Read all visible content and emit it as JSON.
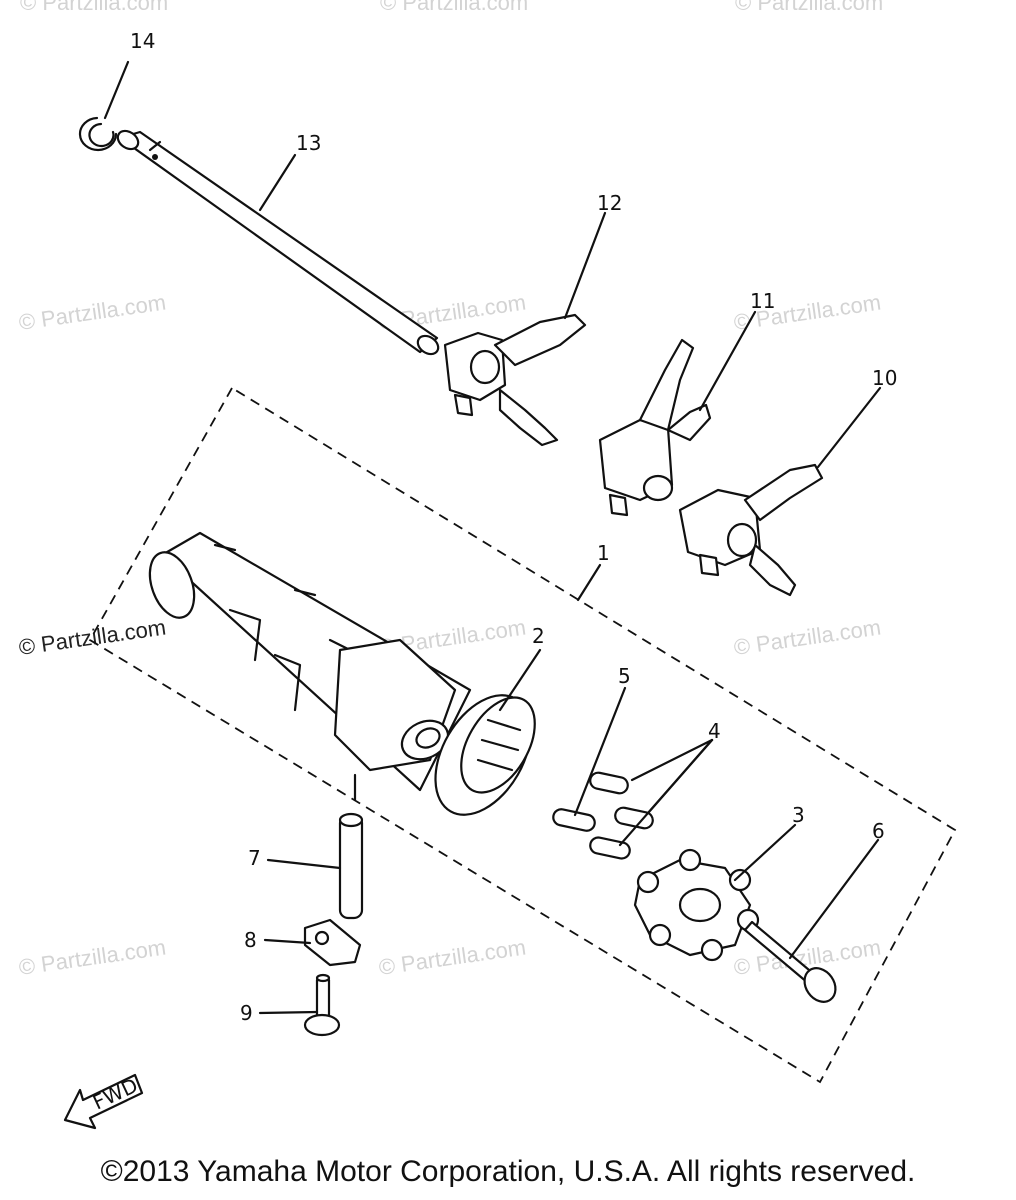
{
  "watermarks": {
    "faint": "© Partzilla.com",
    "strong": "© Partzilla.com"
  },
  "callouts": {
    "c1": "1",
    "c2": "2",
    "c3": "3",
    "c4": "4",
    "c5": "5",
    "c6": "6",
    "c7": "7",
    "c8": "8",
    "c9": "9",
    "c10": "10",
    "c11": "11",
    "c12": "12",
    "c13": "13",
    "c14": "14"
  },
  "fwd_label": "FWD",
  "copyright": "©2013 Yamaha Motor Corporation, U.S.A. All rights reserved."
}
